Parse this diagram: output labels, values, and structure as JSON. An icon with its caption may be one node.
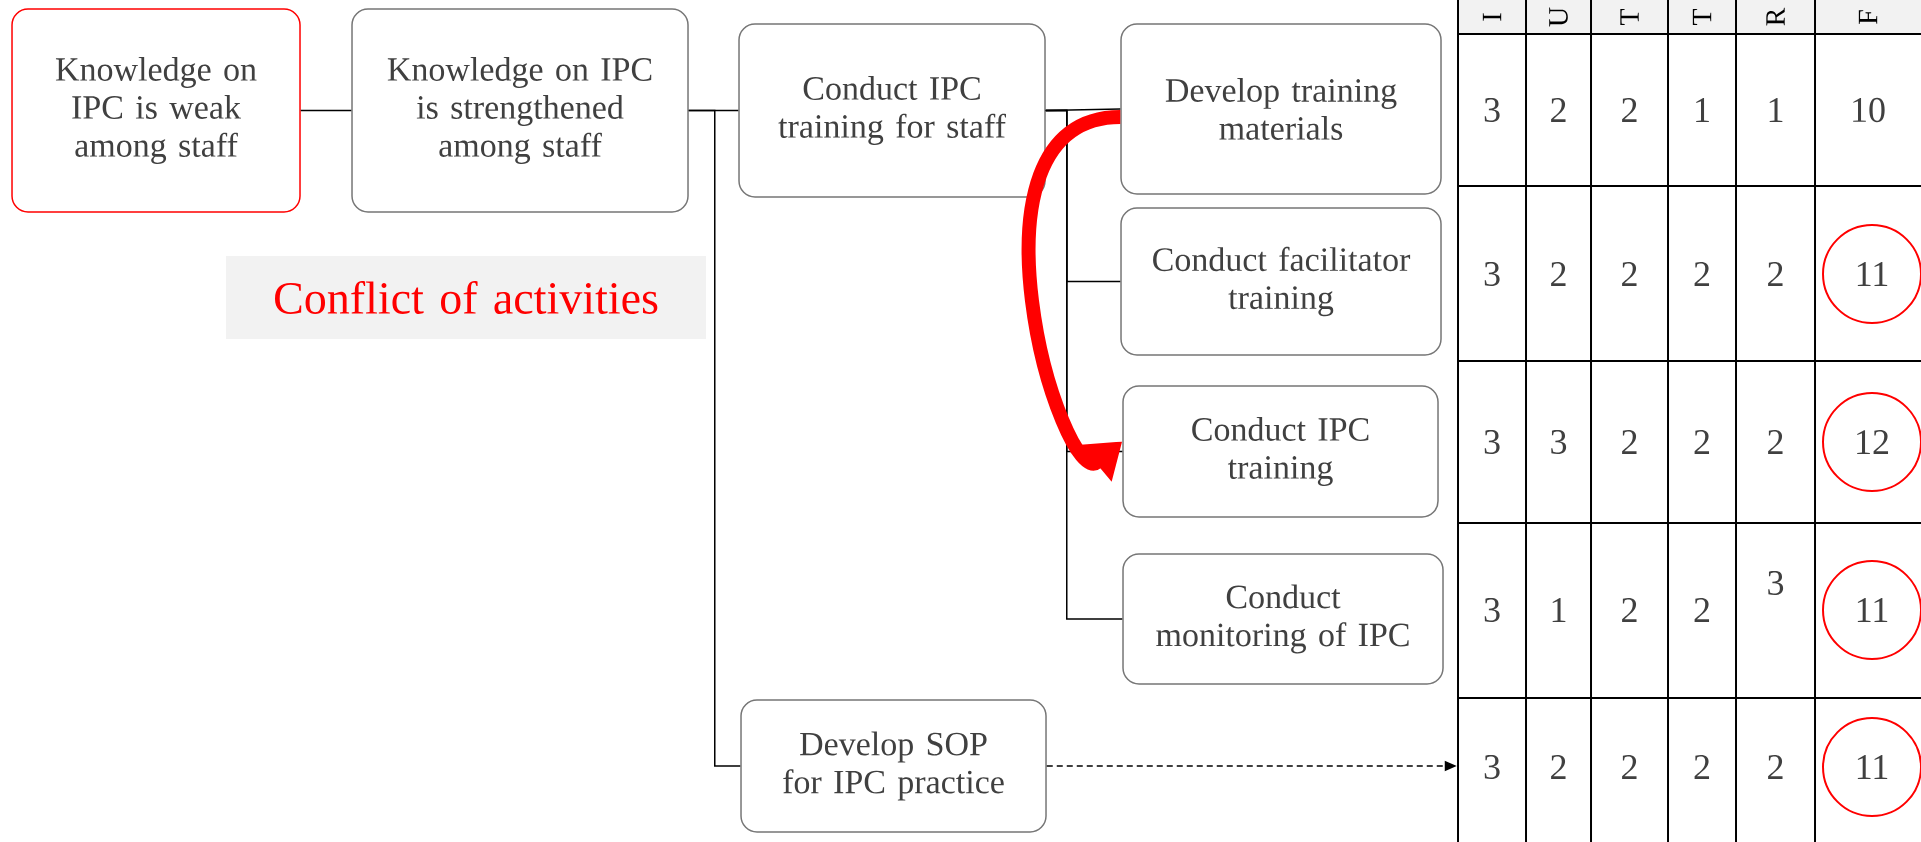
{
  "diagram": {
    "nodes": [
      {
        "text": [
          "Knowledge on IPC is weak among staff"
        ]
      },
      {
        "text": [
          "Knowledge on IPC is strengthened among staff"
        ]
      },
      {
        "text": [
          "Conduct IPC training for staff"
        ]
      },
      {
        "text": [
          "Develop training materials"
        ]
      },
      {
        "text": [
          "Conduct facilitator training"
        ]
      },
      {
        "text": [
          "Conduct IPC training"
        ]
      },
      {
        "text": [
          "Conduct monitoring of IPC"
        ]
      },
      {
        "text": [
          "Develop SOP for IPC practice"
        ]
      },
      {
        "text": [
          "Conflict of activities"
        ]
      }
    ],
    "edges": [
      {
        "from": 0,
        "to": 1,
        "arrow": "none"
      },
      {
        "from": 1,
        "to": 2,
        "arrow": "none"
      },
      {
        "from": 1,
        "to": 7,
        "arrow": "none"
      },
      {
        "from": 2,
        "to": 3,
        "arrow": "none"
      },
      {
        "from": 2,
        "to": 4,
        "arrow": "none"
      },
      {
        "from": 2,
        "to": 5,
        "arrow": "none"
      },
      {
        "from": 2,
        "to": 6,
        "arrow": "none"
      },
      {
        "from": 3,
        "to": 5,
        "arrow": "to",
        "style": "thick",
        "color": "#ff0000"
      },
      {
        "from": 7,
        "to": null,
        "arrow": "to",
        "style": "dashed"
      }
    ],
    "labels": [
      "I",
      "U",
      "T",
      "T",
      "R",
      "F",
      "3",
      "2",
      "2",
      "1",
      "1",
      "10",
      "3",
      "2",
      "2",
      "2",
      "2",
      "11",
      "3",
      "3",
      "2",
      "2",
      "2",
      "12",
      "3",
      "1",
      "2",
      "2",
      "3",
      "11",
      "3",
      "2",
      "2",
      "2",
      "2",
      "11"
    ]
  }
}
